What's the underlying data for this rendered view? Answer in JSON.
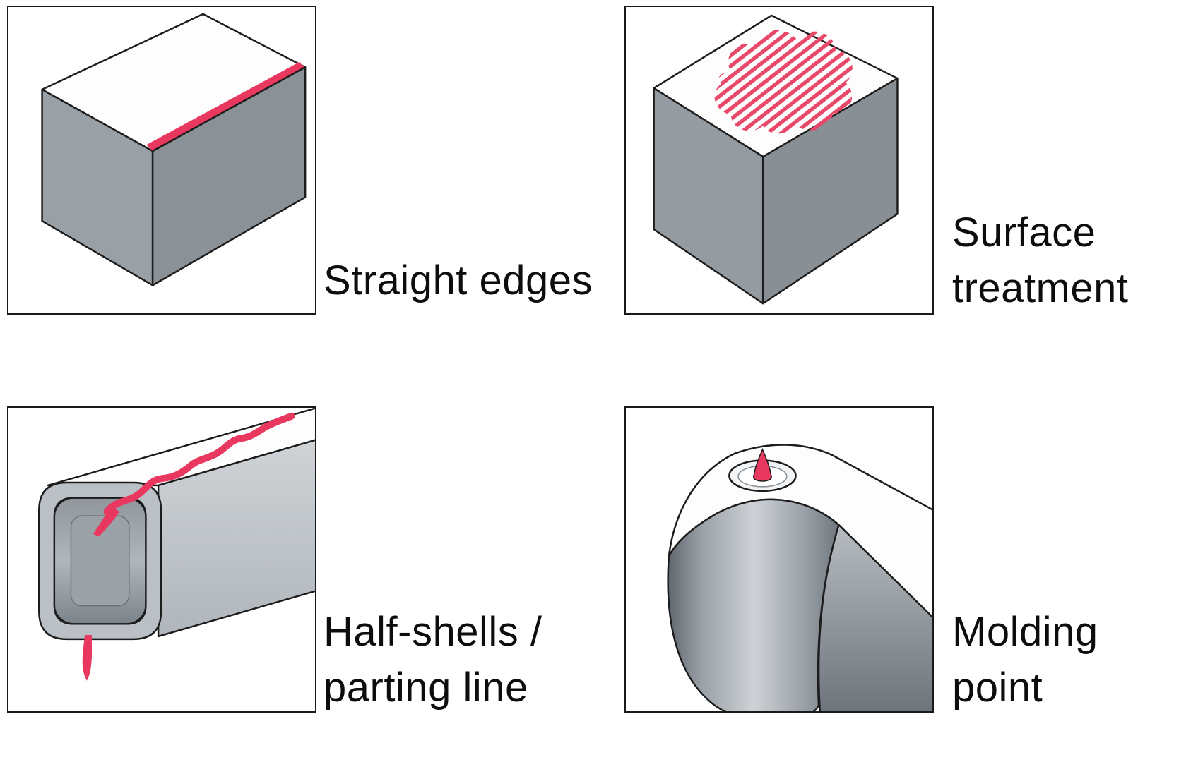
{
  "colors": {
    "background": "#ffffff",
    "outline": "#1c1c1c",
    "accent_red": "#e8385f",
    "hatch_red": "#e8486a",
    "face_white": "#fdfdfd",
    "face_gray_light": "#99a0a6",
    "face_gray_dark": "#8a9197",
    "text": "#0d0d0d"
  },
  "panels": [
    {
      "id": "straight-edges",
      "illustration": "isometric-box-with-red-straight-edge-highlight",
      "label_lines": [
        "Straight edges"
      ]
    },
    {
      "id": "surface-treatment",
      "illustration": "isometric-box-with-red-hatched-surface-patch",
      "label_lines": [
        "Surface",
        "treatment"
      ]
    },
    {
      "id": "half-shells-parting-line",
      "illustration": "hollow-square-tube-with-wavy-red-parting-line-and-drip",
      "label_lines": [
        "Half-shells /",
        "parting line"
      ]
    },
    {
      "id": "molding-point",
      "illustration": "rounded-bar-end-with-red-molding-point-sprue",
      "label_lines": [
        "Molding",
        "point"
      ]
    }
  ]
}
